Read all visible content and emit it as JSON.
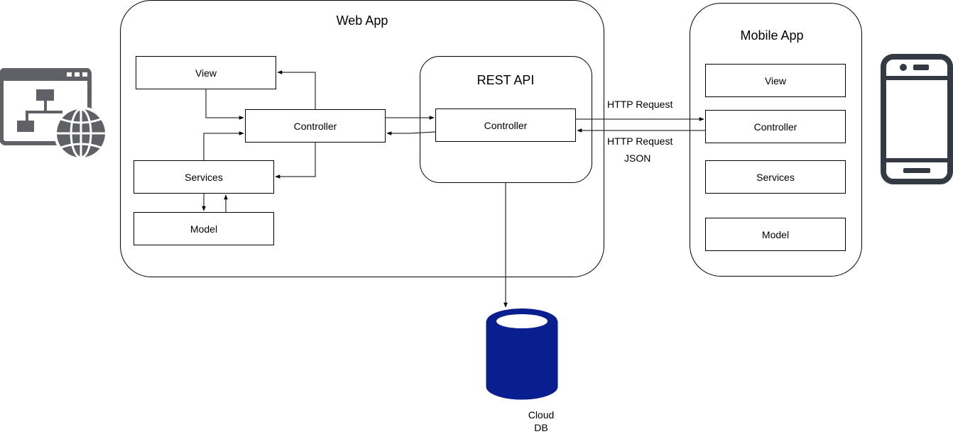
{
  "web_app": {
    "title": "Web App",
    "view": "View",
    "controller": "Controller",
    "services": "Services",
    "model": "Model"
  },
  "rest_api": {
    "title": "REST API",
    "controller": "Controller"
  },
  "mobile_app": {
    "title": "Mobile App",
    "view": "View",
    "controller": "Controller",
    "services": "Services",
    "model": "Model"
  },
  "connections": {
    "http_request_top": "HTTP Request",
    "http_request_bottom": "HTTP Request",
    "json": "JSON"
  },
  "database": {
    "label": "Cloud DB",
    "color": "#0a1f8f"
  },
  "icons": {
    "web_icon": "website-sitemap-globe-icon",
    "mobile_icon": "smartphone-icon",
    "icon_color": "#333a44"
  }
}
